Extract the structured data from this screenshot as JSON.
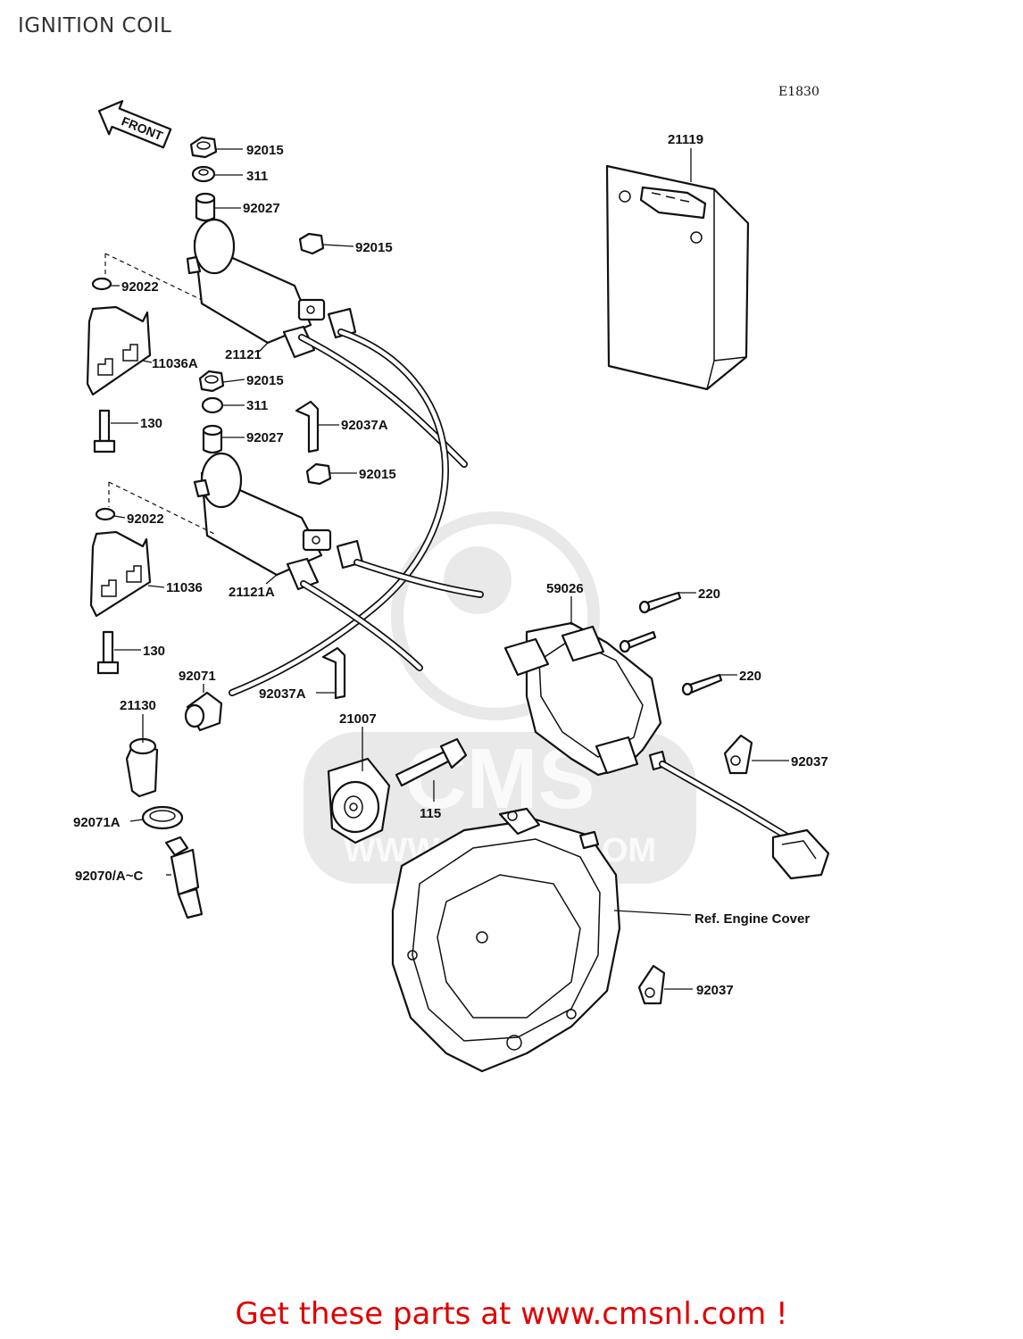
{
  "page": {
    "title": "IGNITION COIL",
    "drawing_code": "E1830",
    "front_arrow_label": "FRONT",
    "promo_text": "Get these parts at www.cmsnl.com !",
    "promo_color": "#e00000",
    "watermark": {
      "brand": "CMS",
      "url": "WWW.CMSNL.COM"
    }
  },
  "callouts": [
    "92015",
    "311",
    "92027",
    "92015",
    "92022",
    "21121",
    "11036A",
    "92015",
    "311",
    "92027",
    "130",
    "92037A",
    "92015",
    "92022",
    "21121A",
    "11036",
    "130",
    "92071",
    "92037A",
    "21130",
    "21007",
    "92071A",
    "115",
    "92070/A~C",
    "21119",
    "59026",
    "220",
    "220",
    "92037",
    "Ref. Engine Cover",
    "92037"
  ]
}
